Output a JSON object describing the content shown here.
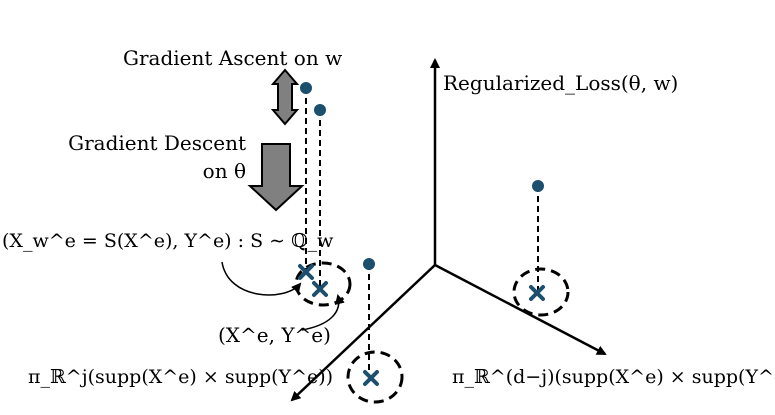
{
  "labels": {
    "ascent": "Gradient Ascent on w",
    "descent_line1": "Gradient Descent",
    "descent_line2": "on θ",
    "loss_axis": "Regularized_Loss(θ, w)",
    "transformed_sample": "(X_w^e = S(X^e), Y^e) : S ∼ ℚ_w",
    "original_sample": "(X^e, Y^e)",
    "proj_left": "π_ℝ^j(supp(X^e) × supp(Y^e))",
    "proj_right": "π_ℝ^(d−j)(supp(X^e) × supp(Y^e))"
  },
  "colors": {
    "point": "#1c4f6e",
    "cross": "#1c4f6e",
    "arrow_fill": "#808080",
    "lines": "#000000"
  }
}
